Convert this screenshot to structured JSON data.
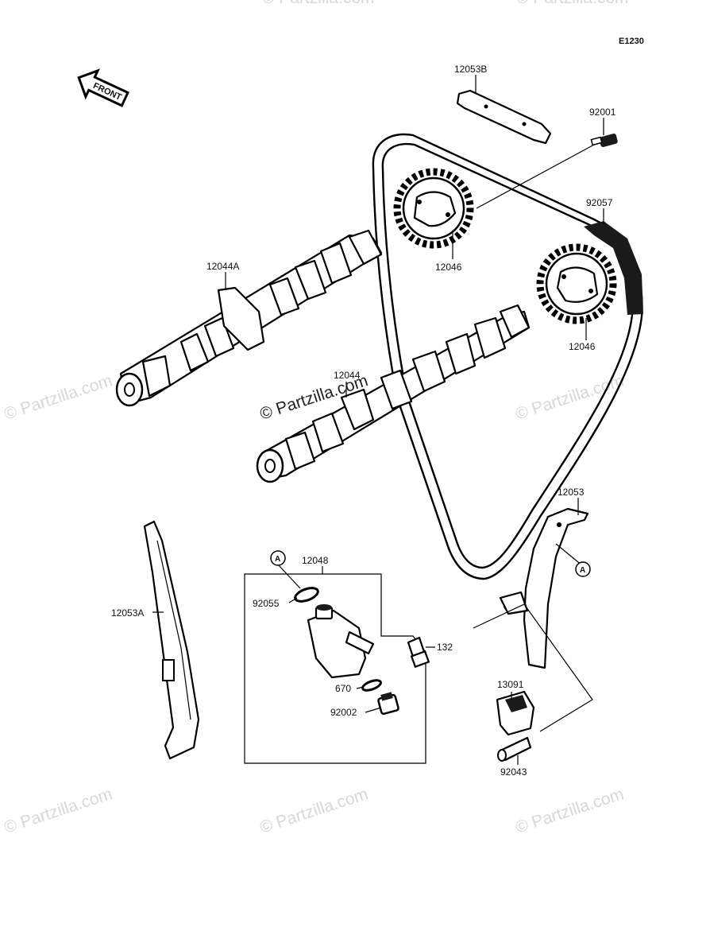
{
  "diagram_code": "E1230",
  "front_label": "FRONT",
  "circle_marker": "A",
  "watermark": "© Partzilla.com",
  "parts": {
    "p12053B": "12053B",
    "p92001": "92001",
    "p92057": "92057",
    "p12046_upper": "12046",
    "p12046_lower": "12046",
    "p12044A": "12044A",
    "p12044": "12044",
    "p12053": "12053",
    "p12053A": "12053A",
    "p12048": "12048",
    "p92055": "92055",
    "p132": "132",
    "p670": "670",
    "p92002": "92002",
    "p13091": "13091",
    "p92043": "92043"
  }
}
